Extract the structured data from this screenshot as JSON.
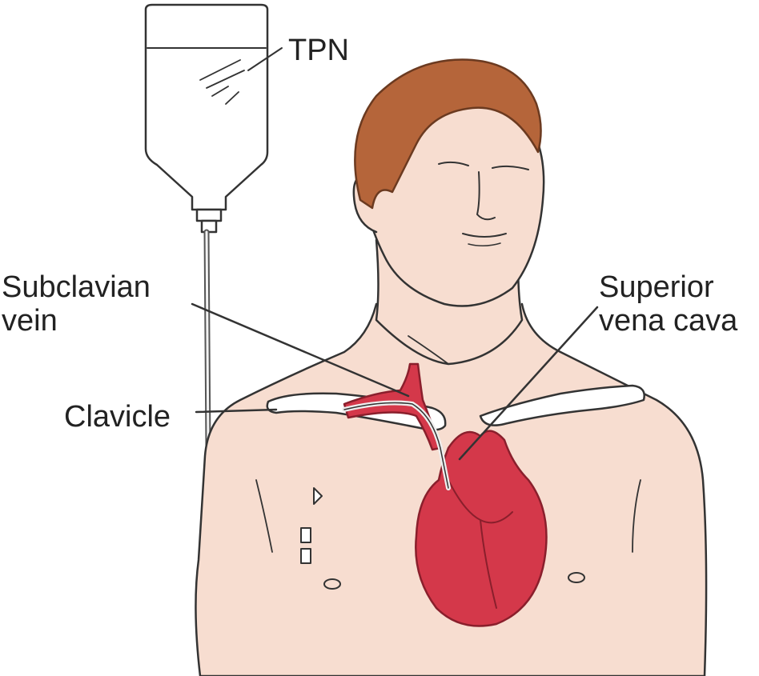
{
  "labels": {
    "tpn": "TPN",
    "subclavian_line1": "Subclavian",
    "subclavian_line2": "vein",
    "clavicle": "Clavicle",
    "svc_line1": "Superior",
    "svc_line2": "vena cava"
  },
  "colors": {
    "skin": "#f7ddd0",
    "hair": "#b5653a",
    "heart": "#d4384a",
    "outline": "#333333",
    "clavicle_fill": "#ffffff"
  }
}
